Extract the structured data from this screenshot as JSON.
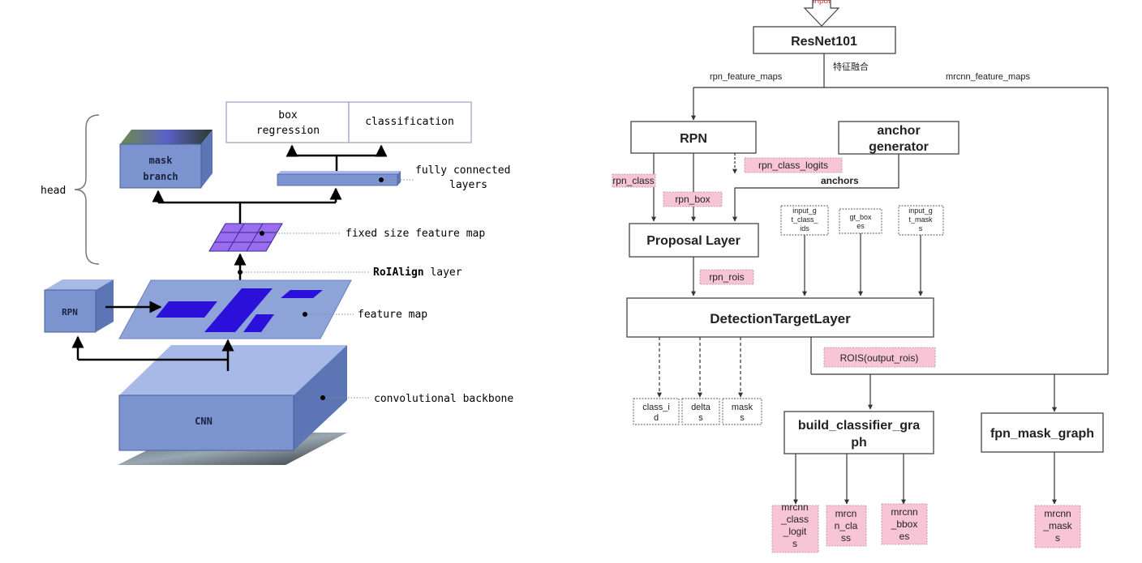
{
  "left": {
    "head_label": "head",
    "mask_branch": [
      "mask",
      "branch"
    ],
    "box_regression": [
      "box",
      "regression"
    ],
    "classification": "classification",
    "fully_connected": [
      "fully connected",
      "layers"
    ],
    "fixed_size": "fixed size feature map",
    "roialign_bold": "RoIAlign",
    "roialign_rest": " layer",
    "rpn": "RPN",
    "feature_map": "feature map",
    "cnn": "CNN",
    "conv_backbone": "convolutional backbone"
  },
  "right": {
    "input": "input",
    "resnet": "ResNet101",
    "fusion": "特征融合",
    "rpn_feature_maps": "rpn_feature_maps",
    "mrcnn_feature_maps": "mrcnn_feature_maps",
    "rpn": "RPN",
    "anchor_generator": [
      "anchor",
      "generator"
    ],
    "rpn_class": "rpn_class",
    "rpn_class_logits": "rpn_class_logits",
    "anchors": "anchors",
    "rpn_box": "rpn_box",
    "proposal_layer": "Proposal Layer",
    "input_gt_class_ids": [
      "input_g",
      "t_class_",
      "ids"
    ],
    "gt_boxes": [
      "gt_box",
      "es"
    ],
    "input_gt_masks": [
      "input_g",
      "t_mask",
      "s"
    ],
    "rpn_rois": "rpn_rois",
    "detection_target_layer": "DetectionTargetLayer",
    "rois_output": "ROIS(output_rois)",
    "class_id": [
      "class_i",
      "d"
    ],
    "deltas": [
      "delta",
      "s"
    ],
    "masks": [
      "mask",
      "s"
    ],
    "build_classifier_graph": [
      "build_classifier_gra",
      "ph"
    ],
    "fpn_mask_graph": "fpn_mask_graph",
    "mrcnn_class_logits": [
      "mrcnn",
      "_class",
      "_logit",
      "s"
    ],
    "mrcnn_class": [
      "mrcn",
      "n_cla",
      "ss"
    ],
    "mrcnn_bbox": [
      "mrcnn",
      "_bbox",
      "es"
    ],
    "mrcnn_masks": [
      "mrcnn",
      "_mask",
      "s"
    ]
  },
  "colors": {
    "block_front": "#7b93cf",
    "block_top": "#a7b9e6",
    "block_side": "#5c75b4",
    "roi_fill": "#2a10d8",
    "grid_fill": "#9a6cf0",
    "pink_label": "#f7c5d6"
  }
}
